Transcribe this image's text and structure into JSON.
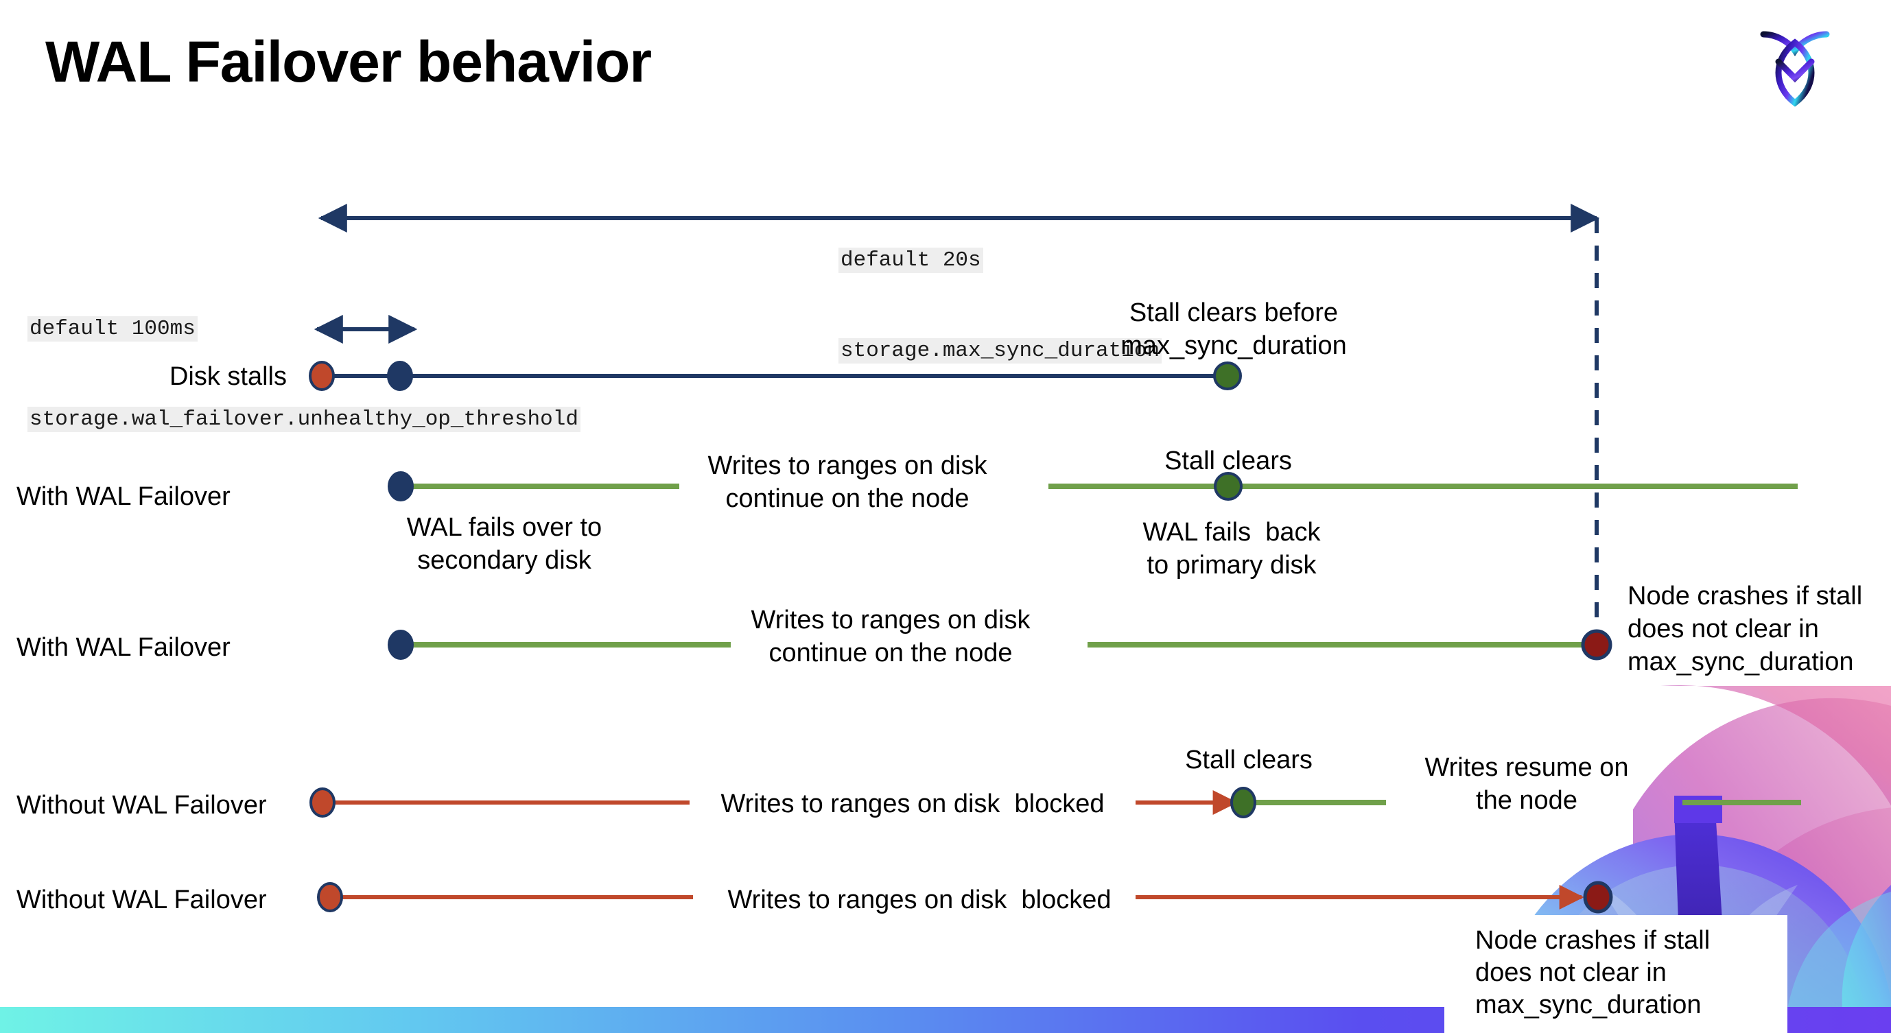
{
  "slide": {
    "title": "WAL Failover behavior",
    "logo_name": "cockroachdb-logo"
  },
  "annotations": {
    "max_sync": {
      "default": "default 20s",
      "setting": "storage.max_sync_duration"
    },
    "unhealthy_op": {
      "default": "default 100ms",
      "setting": "storage.wal_failover.unhealthy_op_threshold"
    }
  },
  "rows": [
    {
      "label": "Disk stalls",
      "notes": {
        "stall_clears_before": "Stall clears before\nmax_sync_duration"
      }
    },
    {
      "label": "With WAL Failover",
      "notes": {
        "writes_continue": "Writes to ranges on disk\ncontinue on the node",
        "stall_clears": "Stall clears",
        "fails_over": "WAL fails over to\nsecondary disk",
        "fails_back": "WAL fails  back\nto primary disk"
      }
    },
    {
      "label": "With WAL Failover",
      "notes": {
        "writes_continue": "Writes to ranges on disk\ncontinue on the node",
        "node_crashes": "Node crashes if stall\ndoes not clear in\nmax_sync_duration"
      }
    },
    {
      "label": "Without WAL Failover",
      "notes": {
        "writes_blocked": "Writes to ranges on disk  blocked",
        "stall_clears": "Stall clears",
        "writes_resume": "Writes resume on\nthe node"
      }
    },
    {
      "label": "Without WAL Failover",
      "notes": {
        "writes_blocked": "Writes to ranges on disk  blocked",
        "node_crashes": "Node crashes if stall\ndoes not clear in\nmax_sync_duration"
      }
    }
  ],
  "colors": {
    "navy": "#1F3864",
    "green_line": "#70A04A",
    "green_dot": "#3E7027",
    "orange": "#C0482B",
    "dark_red": "#8B1A16",
    "chip_bg": "#EEEEEE",
    "bar_gradient_start": "#6FF2E6",
    "bar_gradient_end": "#6A3FF0"
  }
}
